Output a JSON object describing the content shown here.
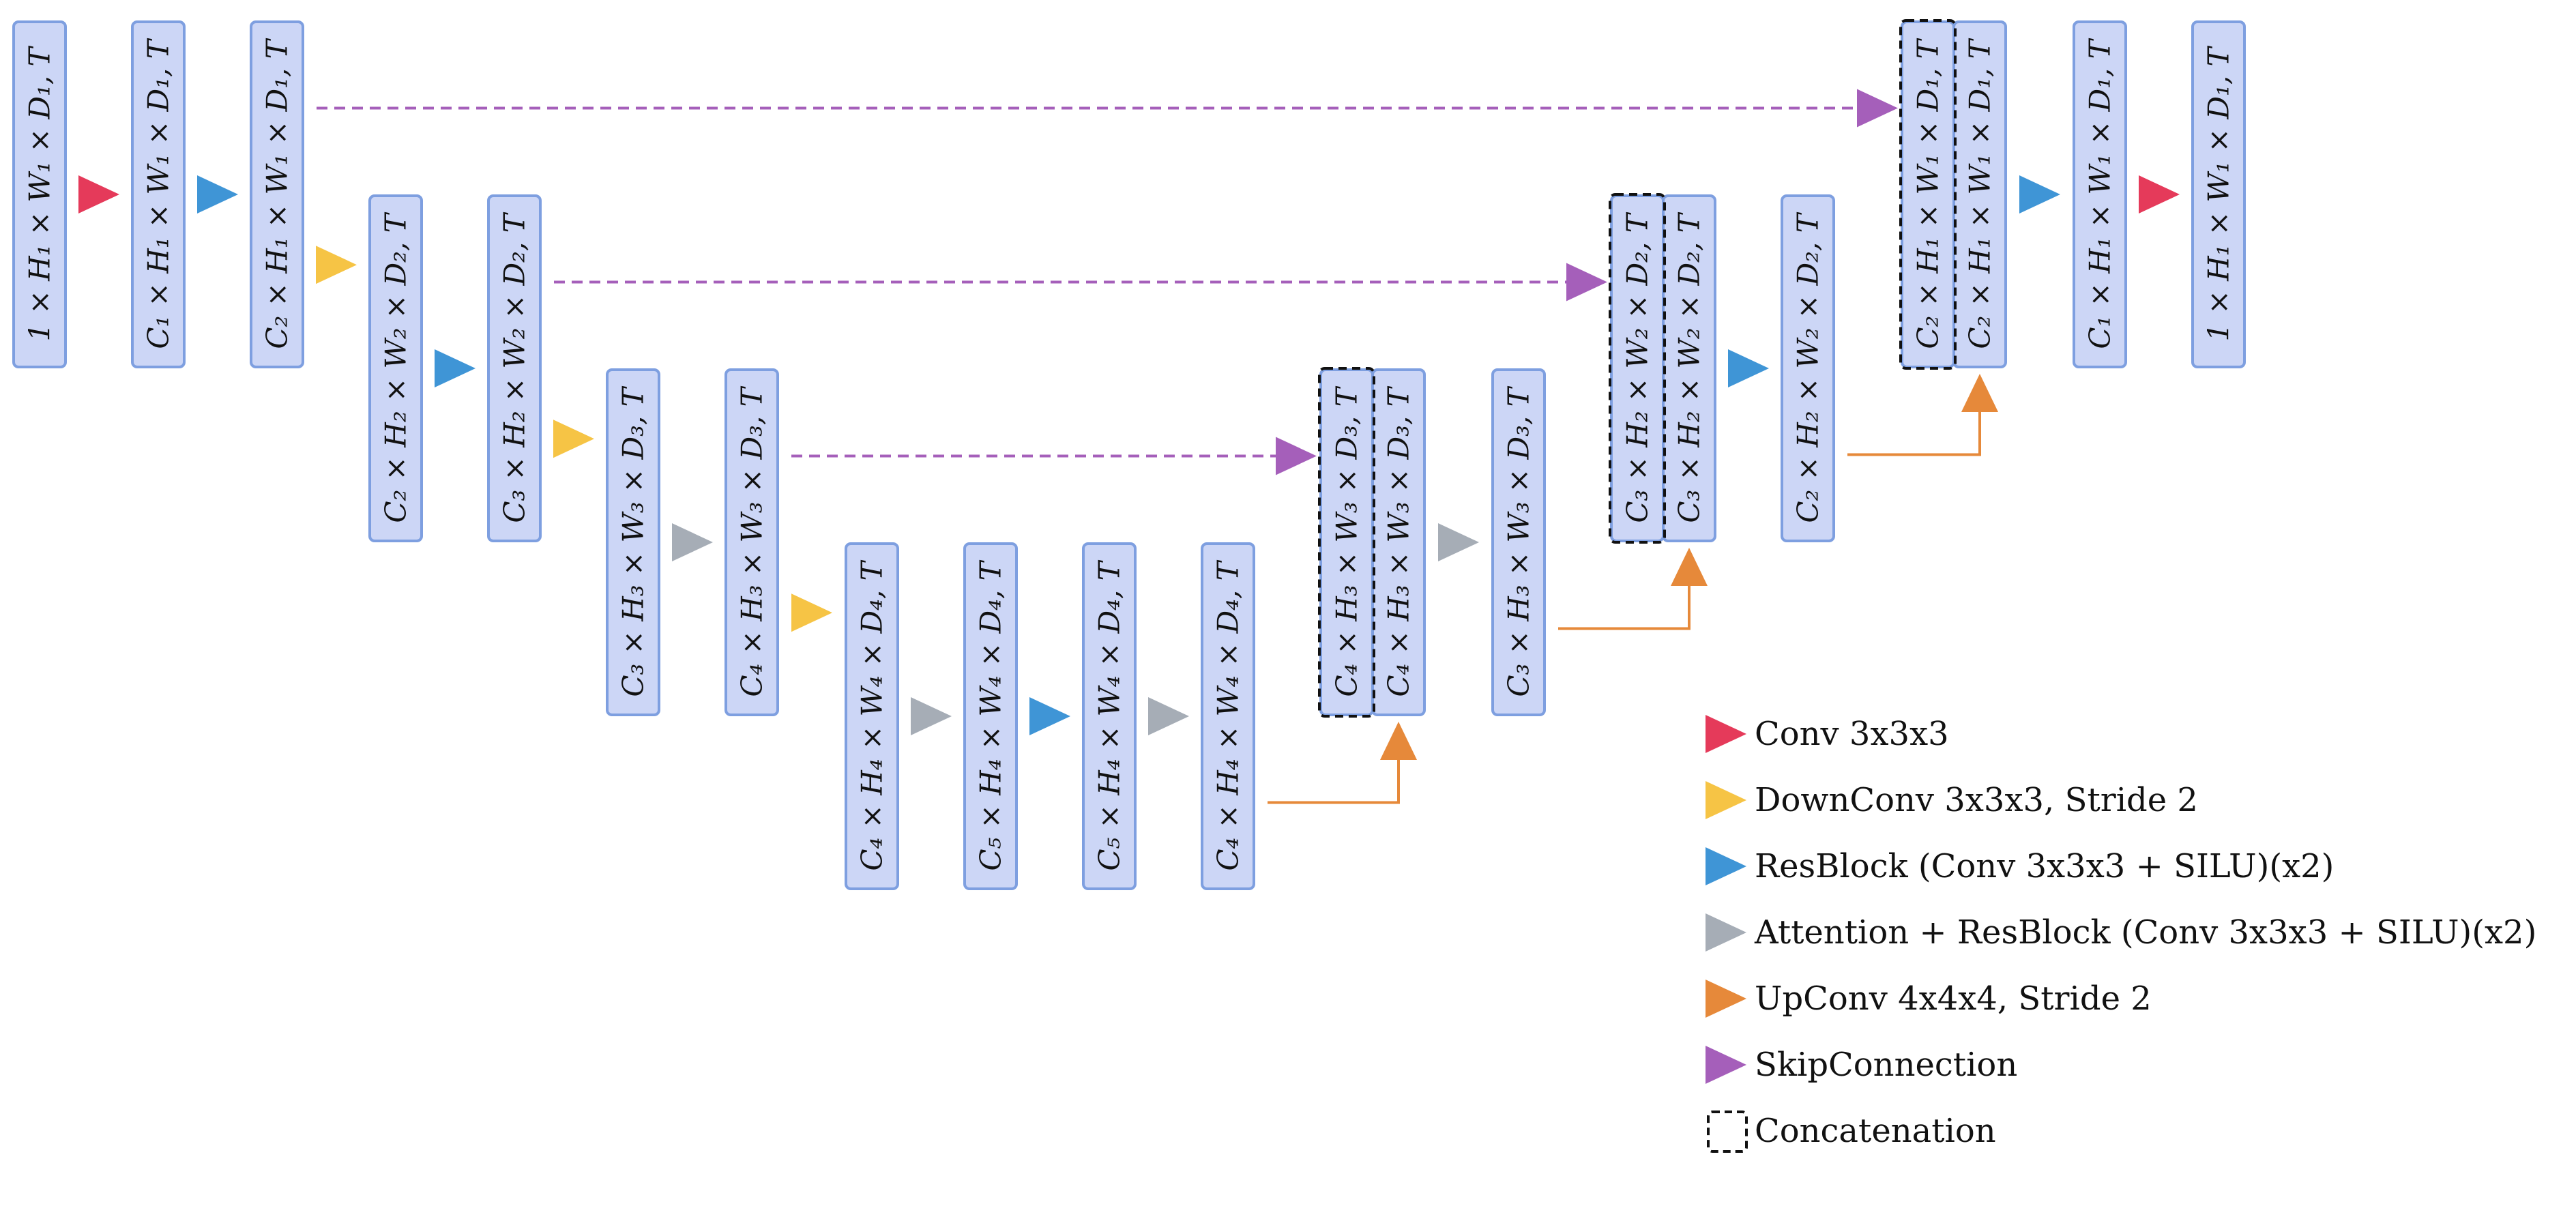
{
  "colors": {
    "block_fill": "#ccd6f6",
    "block_stroke": "#7e9fe0",
    "conv": "#e53a5a",
    "downconv": "#f6c445",
    "resblock": "#3f95d6",
    "attention": "#a6adb6",
    "upconv": "#e6893a",
    "skip": "#a55fba",
    "concat": "#111111"
  },
  "blocks": [
    {
      "id": "enc-l1-in",
      "label": "1 × H₁ × W₁ × D₁, T"
    },
    {
      "id": "enc-l1-conv",
      "label": "C₁ × H₁ × W₁ × D₁, T"
    },
    {
      "id": "enc-l1-res",
      "label": "C₂ × H₁ × W₁ × D₁, T"
    },
    {
      "id": "enc-l2-down",
      "label": "C₂ × H₂ × W₂ × D₂, T"
    },
    {
      "id": "enc-l2-res",
      "label": "C₃ × H₂ × W₂ × D₂, T"
    },
    {
      "id": "enc-l3-down",
      "label": "C₃ × H₃ × W₃ × D₃, T"
    },
    {
      "id": "enc-l3-att",
      "label": "C₄ × H₃ × W₃ × D₃, T"
    },
    {
      "id": "bot-down",
      "label": "C₄ × H₄ × W₄ × D₄, T"
    },
    {
      "id": "bot-att1",
      "label": "C₅ × H₄ × W₄ × D₄, T"
    },
    {
      "id": "bot-res",
      "label": "C₅ × H₄ × W₄ × D₄, T"
    },
    {
      "id": "bot-att2",
      "label": "C₄ × H₄ × W₄ × D₄, T"
    },
    {
      "id": "dec-l3-skip",
      "label": "C₄ × H₃ × W₃ × D₃, T"
    },
    {
      "id": "dec-l3-up",
      "label": "C₄ × H₃ × W₃ × D₃, T"
    },
    {
      "id": "dec-l3-att",
      "label": "C₃ × H₃ × W₃ × D₃, T"
    },
    {
      "id": "dec-l2-skip",
      "label": "C₃ × H₂ × W₂ × D₂, T"
    },
    {
      "id": "dec-l2-up",
      "label": "C₃ × H₂ × W₂ × D₂, T"
    },
    {
      "id": "dec-l2-res",
      "label": "C₂ × H₂ × W₂ × D₂, T"
    },
    {
      "id": "dec-l1-skip",
      "label": "C₂ × H₁ × W₁ × D₁, T"
    },
    {
      "id": "dec-l1-up",
      "label": "C₂ × H₁ × W₁ × D₁, T"
    },
    {
      "id": "dec-l1-res",
      "label": "C₁ × H₁ × W₁ × D₁, T"
    },
    {
      "id": "dec-l1-out",
      "label": "1 × H₁ × W₁ × D₁, T"
    }
  ],
  "operations": [
    {
      "from": "enc-l1-in",
      "to": "enc-l1-conv",
      "type": "conv"
    },
    {
      "from": "enc-l1-conv",
      "to": "enc-l1-res",
      "type": "resblock"
    },
    {
      "from": "enc-l1-res",
      "to": "enc-l2-down",
      "type": "downconv"
    },
    {
      "from": "enc-l2-down",
      "to": "enc-l2-res",
      "type": "resblock"
    },
    {
      "from": "enc-l2-res",
      "to": "enc-l3-down",
      "type": "downconv"
    },
    {
      "from": "enc-l3-down",
      "to": "enc-l3-att",
      "type": "attention"
    },
    {
      "from": "enc-l3-att",
      "to": "bot-down",
      "type": "downconv"
    },
    {
      "from": "bot-down",
      "to": "bot-att1",
      "type": "attention"
    },
    {
      "from": "bot-att1",
      "to": "bot-res",
      "type": "resblock"
    },
    {
      "from": "bot-res",
      "to": "bot-att2",
      "type": "attention"
    },
    {
      "from": "dec-l3-up",
      "to": "dec-l3-att",
      "type": "attention"
    },
    {
      "from": "dec-l2-up",
      "to": "dec-l2-res",
      "type": "resblock"
    },
    {
      "from": "dec-l1-up",
      "to": "dec-l1-res",
      "type": "resblock"
    },
    {
      "from": "dec-l1-res",
      "to": "dec-l1-out",
      "type": "conv"
    }
  ],
  "skip_connections": [
    {
      "from": "enc-l1-res",
      "to": "dec-l1-skip"
    },
    {
      "from": "enc-l2-res",
      "to": "dec-l2-skip"
    },
    {
      "from": "enc-l3-att",
      "to": "dec-l3-skip"
    }
  ],
  "upconvs": [
    {
      "from": "bot-att2",
      "to": "dec-l3-up"
    },
    {
      "from": "dec-l3-att",
      "to": "dec-l2-up"
    },
    {
      "from": "dec-l2-res",
      "to": "dec-l1-up"
    }
  ],
  "concatenations": [
    "dec-l3-skip",
    "dec-l2-skip",
    "dec-l1-skip"
  ],
  "legend": [
    {
      "type": "conv",
      "label": "Conv 3x3x3"
    },
    {
      "type": "downconv",
      "label": "DownConv 3x3x3, Stride 2"
    },
    {
      "type": "resblock",
      "label": "ResBlock (Conv 3x3x3 + SILU)(x2)"
    },
    {
      "type": "attention",
      "label": "Attention + ResBlock (Conv 3x3x3 + SILU)(x2)"
    },
    {
      "type": "upconv",
      "label": "UpConv 4x4x4, Stride 2"
    },
    {
      "type": "skip",
      "label": "SkipConnection"
    },
    {
      "type": "concat",
      "label": "Concatenation"
    }
  ]
}
